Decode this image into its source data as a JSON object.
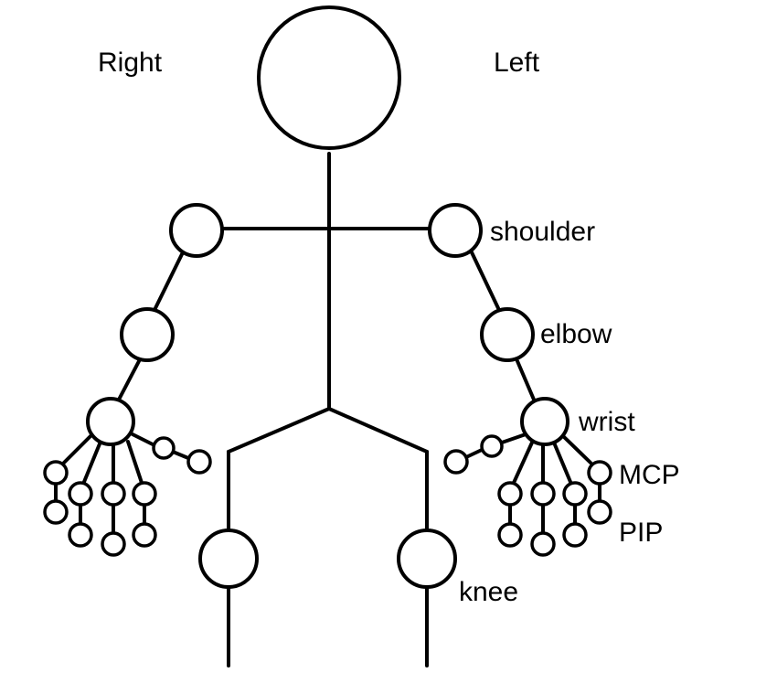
{
  "side_labels": {
    "right": "Right",
    "left": "Left"
  },
  "joint_labels": {
    "shoulder": "shoulder",
    "elbow": "elbow",
    "wrist": "wrist",
    "mcp": "MCP",
    "pip": "PIP",
    "knee": "knee"
  }
}
